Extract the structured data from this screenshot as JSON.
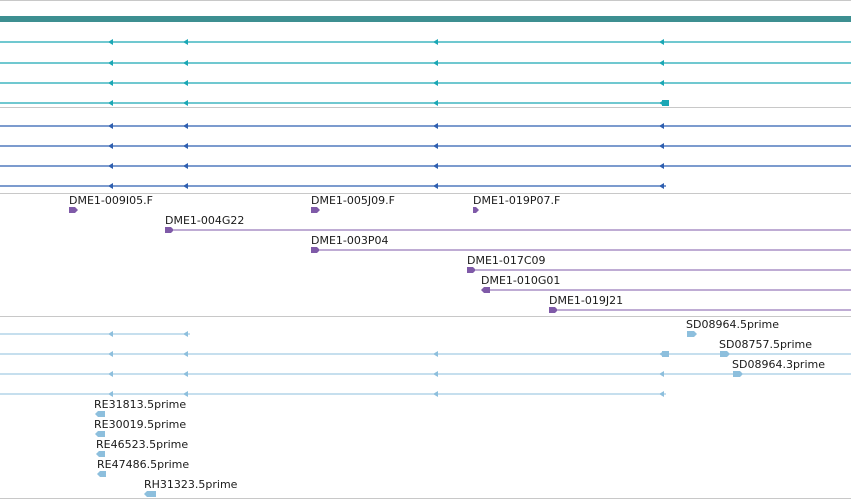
{
  "colors": {
    "banner": "#3d8f91",
    "separator": "#c8c8c8",
    "cdna": "#1ba7b5",
    "mrna": "#2f5fb0",
    "bac": "#7f5aa8",
    "est": "#8dbfdd"
  },
  "cdna_tracks": [
    {
      "name": "cdna-track-1",
      "end_marker": false
    },
    {
      "name": "cdna-track-2",
      "end_marker": false
    },
    {
      "name": "cdna-track-3",
      "end_marker": false
    },
    {
      "name": "cdna-track-4",
      "end_marker": true
    }
  ],
  "mrna_tracks": [
    {
      "name": "mrna-track-1"
    },
    {
      "name": "mrna-track-2"
    },
    {
      "name": "mrna-track-3"
    },
    {
      "name": "mrna-track-4"
    }
  ],
  "bac_clones": [
    {
      "label": "DME1-009I05.F"
    },
    {
      "label": "DME1-005J09.F"
    },
    {
      "label": "DME1-019P07.F"
    },
    {
      "label": "DME1-004G22"
    },
    {
      "label": "DME1-003P04"
    },
    {
      "label": "DME1-017C09"
    },
    {
      "label": "DME1-010G01"
    },
    {
      "label": "DME1-019J21"
    }
  ],
  "est_tracks": [
    {
      "name": "est-track-1"
    },
    {
      "name": "est-track-2"
    },
    {
      "name": "est-track-3"
    },
    {
      "name": "est-track-4"
    }
  ],
  "est_reads": [
    {
      "label": "SD08964.5prime"
    },
    {
      "label": "SD08757.5prime"
    },
    {
      "label": "SD08964.3prime"
    },
    {
      "label": "RE31813.5prime"
    },
    {
      "label": "RE30019.5prime"
    },
    {
      "label": "RE46523.5prime"
    },
    {
      "label": "RE47486.5prime"
    },
    {
      "label": "RH31323.5prime"
    }
  ]
}
